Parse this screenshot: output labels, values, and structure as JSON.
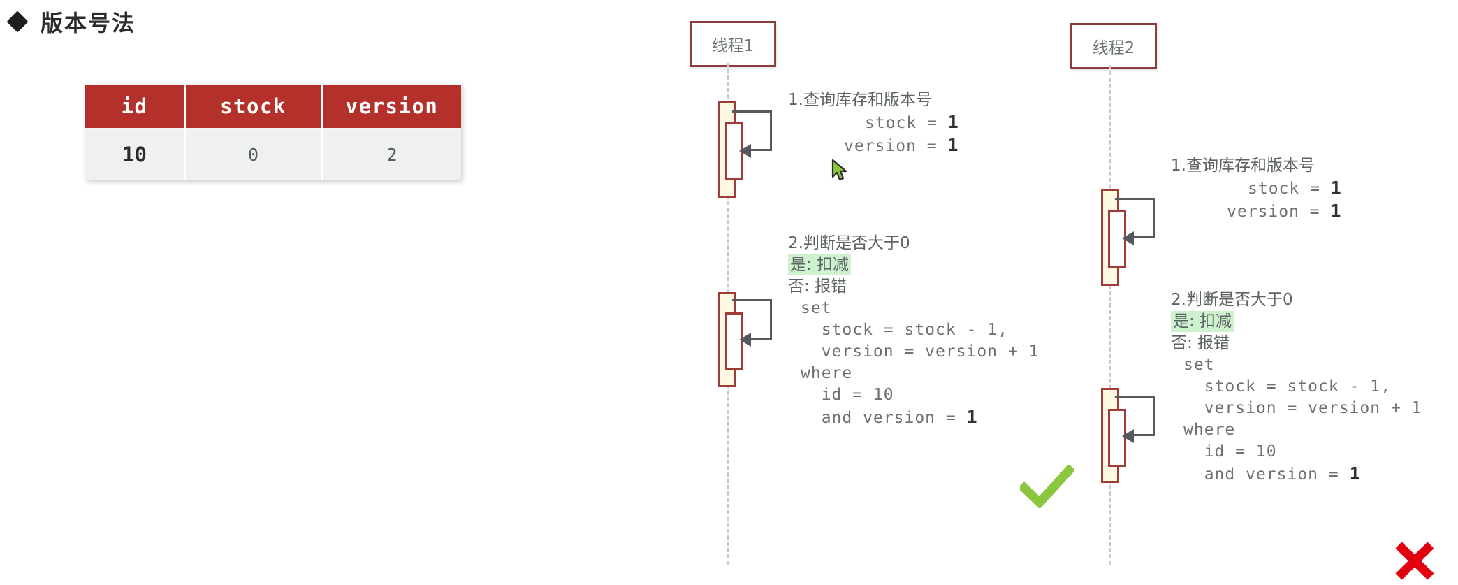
{
  "page": {
    "title": "版本号法",
    "bullet_icon": "diamond-icon",
    "background": "#ffffff"
  },
  "colors": {
    "table_header_bg": "#b4302a",
    "table_body_bg": "#eff0f0",
    "thread_border": "#8f3a3c",
    "activation_fill": "#fdf9e3",
    "activation_border": "#a03b37",
    "lifeline": "#c9c9c9",
    "arrow": "#55595c",
    "highlight_green": "#cdf2cd",
    "check_green": "#8cc63f",
    "cross_red": "#e2000f",
    "text_gray": "#6b7174"
  },
  "table": {
    "headers": [
      "id",
      "stock",
      "version"
    ],
    "rows": [
      {
        "id": "10",
        "stock": "0",
        "version": "2"
      }
    ]
  },
  "diagram": {
    "type": "sequence",
    "threads": [
      {
        "name": "thread-1",
        "label": "线程1",
        "result_icon": "check-icon",
        "steps": [
          {
            "index": "1",
            "heading": "1.查询库存和版本号",
            "lines": [
              {
                "text": "stock = ",
                "value": "1"
              },
              {
                "text": "version = ",
                "value": "1"
              }
            ]
          },
          {
            "index": "2",
            "heading": "2.判断是否大于0",
            "yes_label": "是: 扣减",
            "no_label": "否: 报错",
            "sql": [
              "set",
              "  stock = stock - 1,",
              "  version = version + 1",
              "where",
              "  id = 10",
              "  and version = "
            ],
            "sql_last_value": "1"
          }
        ]
      },
      {
        "name": "thread-2",
        "label": "线程2",
        "result_icon": "cross-icon",
        "steps": [
          {
            "index": "1",
            "heading": "1.查询库存和版本号",
            "lines": [
              {
                "text": "stock = ",
                "value": "1"
              },
              {
                "text": "version = ",
                "value": "1"
              }
            ]
          },
          {
            "index": "2",
            "heading": "2.判断是否大于0",
            "yes_label": "是: 扣减",
            "no_label": "否: 报错",
            "sql": [
              "set",
              "  stock = stock - 1,",
              "  version = version + 1",
              "where",
              "  id = 10",
              "  and version = "
            ],
            "sql_last_value": "1"
          }
        ]
      }
    ]
  },
  "cursor": {
    "icon": "mouse-pointer-icon",
    "color": "#8cc63f"
  }
}
